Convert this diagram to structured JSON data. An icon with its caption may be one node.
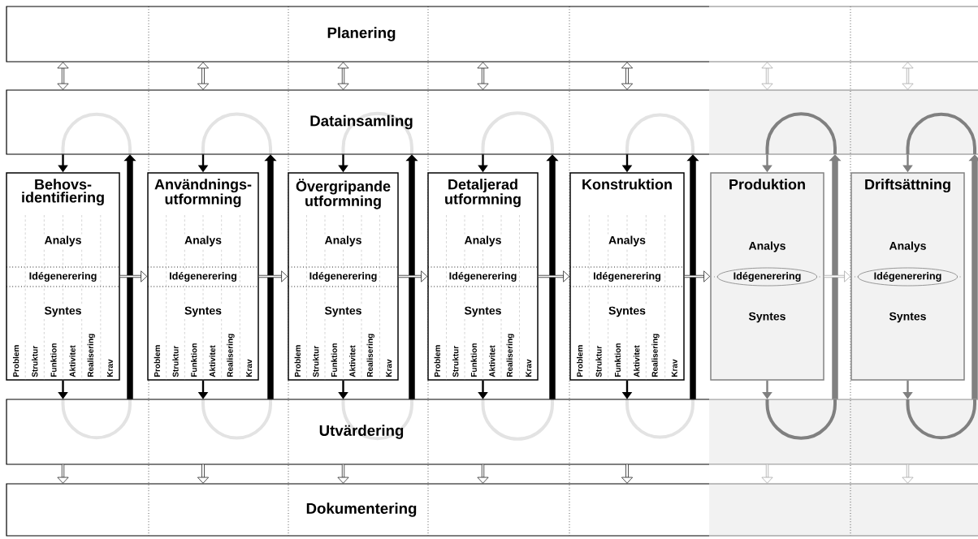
{
  "diagram": {
    "nodes": [
      {
        "text": [
          "Planering"
        ]
      },
      {
        "text": [
          "Datainsamling"
        ]
      },
      {
        "text": [
          "Behovs- identifiering",
          "Analys",
          "Idégenerering",
          "Syntes",
          "Problem",
          "Struktur",
          "Funktion",
          "Aktivitet",
          "Realisering",
          "Krav"
        ]
      },
      {
        "text": [
          "Användnings- utformning",
          "Analys",
          "Idégenerering",
          "Syntes",
          "Problem",
          "Struktur",
          "Funktion",
          "Aktivitet",
          "Realisering",
          "Krav"
        ]
      },
      {
        "text": [
          "Övergripande utformning",
          "Analys",
          "Idégenerering",
          "Syntes",
          "Problem",
          "Struktur",
          "Funktion",
          "Aktivitet",
          "Realisering",
          "Krav"
        ]
      },
      {
        "text": [
          "Detaljerad utformning",
          "Analys",
          "Idégenerering",
          "Syntes",
          "Problem",
          "Struktur",
          "Funktion",
          "Aktivitet",
          "Realisering",
          "Krav"
        ]
      },
      {
        "text": [
          "Konstruktion",
          "Analys",
          "Idégenerering",
          "Syntes",
          "Problem",
          "Struktur",
          "Funktion",
          "Aktivitet",
          "Realisering",
          "Krav"
        ]
      },
      {
        "text": [
          "Produktion",
          "Analys",
          "Syntes"
        ]
      },
      {
        "text": [
          "Idégenerering"
        ],
        "in": 7
      },
      {
        "text": [
          "Driftsättning",
          "Analys",
          "Syntes"
        ]
      },
      {
        "text": [
          "Idégenerering"
        ],
        "in": 9
      },
      {
        "text": [
          "Utvärdering"
        ]
      },
      {
        "text": [
          "Dokumentering"
        ]
      }
    ],
    "edges": [
      {
        "from": 0,
        "to": 1,
        "arrow": "both"
      },
      {
        "from": 0,
        "to": 1,
        "arrow": "both"
      },
      {
        "from": 0,
        "to": 1,
        "arrow": "both"
      },
      {
        "from": 0,
        "to": 1,
        "arrow": "both"
      },
      {
        "from": 0,
        "to": 1,
        "arrow": "both"
      },
      {
        "from": 0,
        "to": 1,
        "arrow": "both",
        "color": "#999999"
      },
      {
        "from": 0,
        "to": 1,
        "arrow": "both",
        "color": "#999999"
      },
      {
        "from": 1,
        "to": 2,
        "arrow": "to"
      },
      {
        "from": 1,
        "to": 3,
        "arrow": "to"
      },
      {
        "from": 1,
        "to": 4,
        "arrow": "to"
      },
      {
        "from": 1,
        "to": 5,
        "arrow": "to"
      },
      {
        "from": 1,
        "to": 6,
        "arrow": "to"
      },
      {
        "from": 1,
        "to": 7,
        "arrow": "to",
        "color": "#808080"
      },
      {
        "from": 1,
        "to": 9,
        "arrow": "to",
        "color": "#808080"
      },
      {
        "from": 2,
        "to": 11,
        "arrow": "to"
      },
      {
        "from": 3,
        "to": 11,
        "arrow": "to"
      },
      {
        "from": 4,
        "to": 11,
        "arrow": "to"
      },
      {
        "from": 5,
        "to": 11,
        "arrow": "to"
      },
      {
        "from": 6,
        "to": 11,
        "arrow": "to"
      },
      {
        "from": 7,
        "to": 11,
        "arrow": "to",
        "color": "#808080"
      },
      {
        "from": 9,
        "to": 11,
        "arrow": "to",
        "color": "#808080"
      },
      {
        "from": 11,
        "to": 1,
        "arrow": "to",
        "style": "thick"
      },
      {
        "from": 11,
        "to": 1,
        "arrow": "to",
        "style": "thick"
      },
      {
        "from": 11,
        "to": 1,
        "arrow": "to",
        "style": "thick"
      },
      {
        "from": 11,
        "to": 1,
        "arrow": "to",
        "style": "thick"
      },
      {
        "from": 11,
        "to": 1,
        "arrow": "to",
        "style": "thick"
      },
      {
        "from": 11,
        "to": 1,
        "arrow": "to",
        "style": "thick",
        "color": "#808080"
      },
      {
        "from": 11,
        "to": 1,
        "arrow": "to",
        "style": "thick",
        "color": "#808080"
      },
      {
        "from": 11,
        "to": 12,
        "arrow": "to"
      },
      {
        "from": 11,
        "to": 12,
        "arrow": "to"
      },
      {
        "from": 11,
        "to": 12,
        "arrow": "to"
      },
      {
        "from": 11,
        "to": 12,
        "arrow": "to"
      },
      {
        "from": 11,
        "to": 12,
        "arrow": "to"
      },
      {
        "from": 11,
        "to": 12,
        "arrow": "to",
        "color": "#999999"
      },
      {
        "from": 11,
        "to": 12,
        "arrow": "to",
        "color": "#999999"
      },
      {
        "from": 2,
        "to": 3,
        "arrow": "to"
      },
      {
        "from": 3,
        "to": 4,
        "arrow": "to"
      },
      {
        "from": 4,
        "to": 5,
        "arrow": "to"
      },
      {
        "from": 5,
        "to": 6,
        "arrow": "to"
      },
      {
        "from": 6,
        "to": 7,
        "arrow": "to"
      },
      {
        "from": 7,
        "to": 9,
        "arrow": "to",
        "color": "#999999"
      }
    ]
  }
}
